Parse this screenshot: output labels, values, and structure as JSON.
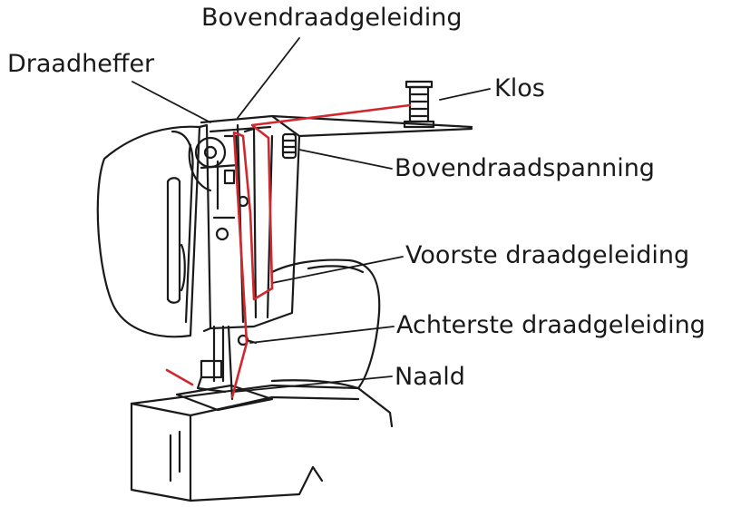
{
  "labels": {
    "bovendraadgeleiding": "Bovendraadgeleiding",
    "draadheffer": "Draadheffer",
    "klos": "Klos",
    "bovendraadspanning": "Bovendraadspanning",
    "voorste_draadgeleiding": "Voorste draadgeleiding",
    "achterste_draadgeleiding": "Achterste draadgeleiding",
    "naald": "Naald"
  },
  "colors": {
    "outline": "#1a1a1a",
    "thread": "#d0282e",
    "background": "#ffffff"
  }
}
